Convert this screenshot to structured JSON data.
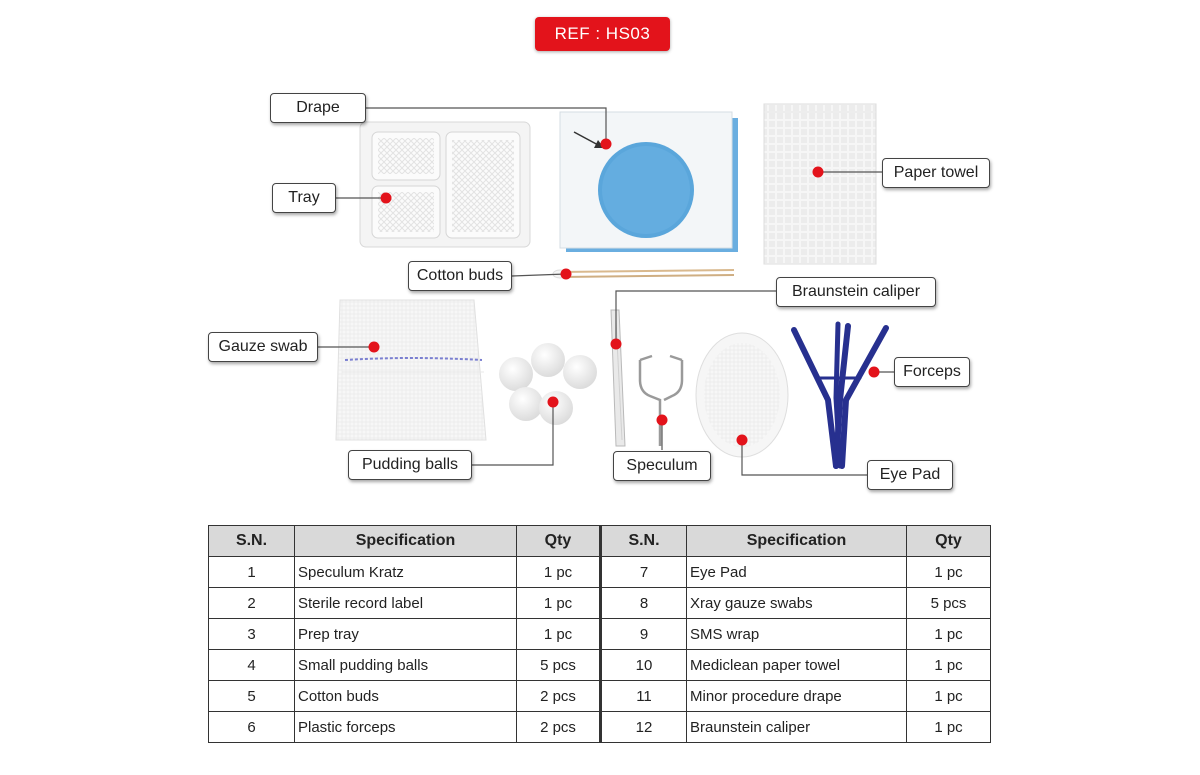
{
  "ref_label": "REF : HS03",
  "callouts": {
    "drape": "Drape",
    "tray": "Tray",
    "paper_towel": "Paper towel",
    "cotton_buds": "Cotton buds",
    "braunstein_caliper": "Braunstein caliper",
    "gauze_swab": "Gauze swab",
    "forceps": "Forceps",
    "pudding_balls": "Pudding balls",
    "speculum": "Speculum",
    "eye_pad": "Eye Pad"
  },
  "colors": {
    "ref_badge": "#e3131b",
    "marker": "#e3131b",
    "drape_blue": "#5aa6db",
    "forceps_blue": "#27308f",
    "table_header": "#d9d9d9"
  },
  "table": {
    "headers": [
      "S.N.",
      "Specification",
      "Qty",
      "S.N.",
      "Specification",
      "Qty"
    ],
    "rows": [
      [
        "1",
        "Speculum Kratz",
        "1 pc",
        "7",
        "Eye Pad",
        "1 pc"
      ],
      [
        "2",
        "Sterile record label",
        "1 pc",
        "8",
        "Xray gauze swabs",
        "5 pcs"
      ],
      [
        "3",
        "Prep tray",
        "1 pc",
        "9",
        "SMS wrap",
        "1 pc"
      ],
      [
        "4",
        "Small pudding balls",
        "5 pcs",
        "10",
        "Mediclean paper towel",
        "1 pc"
      ],
      [
        "5",
        "Cotton buds",
        "2 pcs",
        "11",
        "Minor procedure drape",
        "1 pc"
      ],
      [
        "6",
        "Plastic forceps",
        "2 pcs",
        "12",
        "Braunstein caliper",
        "1 pc"
      ]
    ]
  }
}
